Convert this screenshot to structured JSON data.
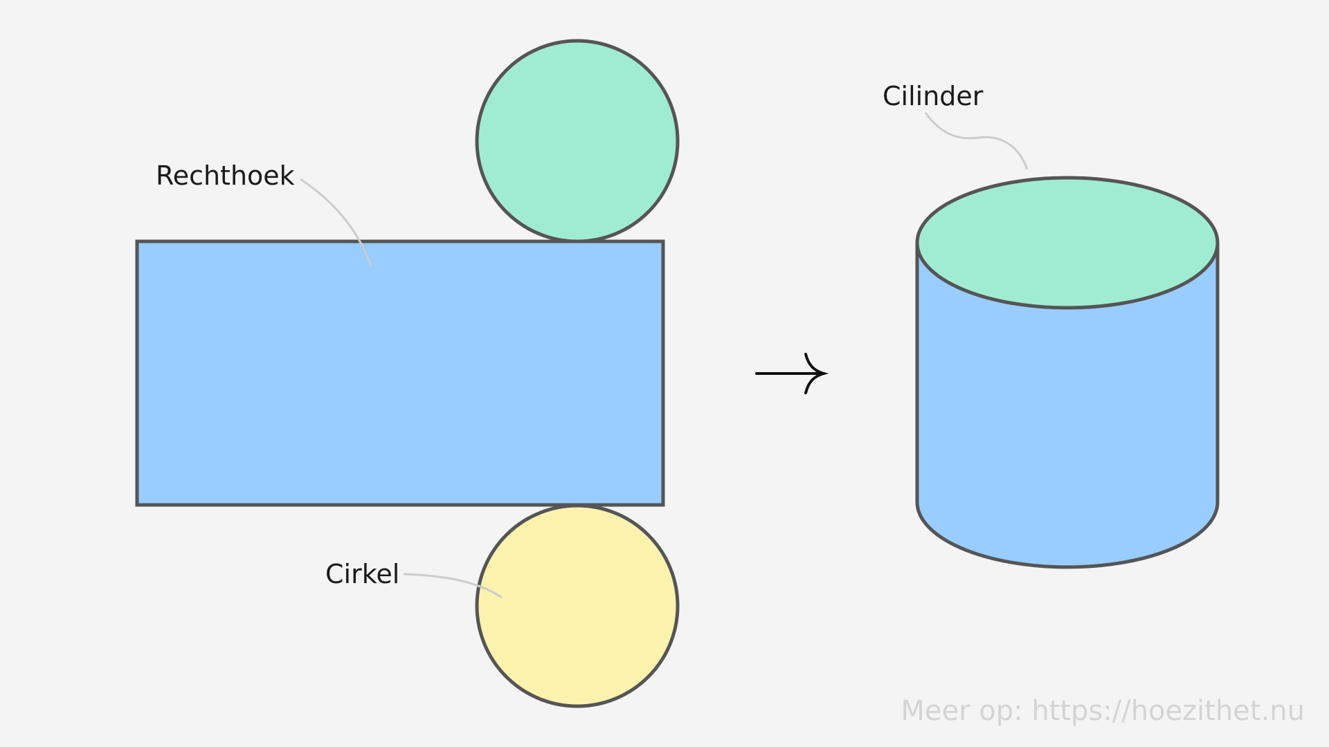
{
  "labels": {
    "rectangle": "Rechthoek",
    "circle": "Cirkel",
    "cylinder": "Cilinder"
  },
  "footer": {
    "watermark": "Meer op: https://hoezithet.nu"
  },
  "colors": {
    "background": "#f4f4f4",
    "rectangle_fill": "#99ccff",
    "top_circle_fill": "#a0ecd2",
    "bottom_circle_fill": "#fbf2ae",
    "cylinder_top_fill": "#a0ecd2",
    "cylinder_body_fill": "#99ccff",
    "outline": "#555555",
    "leader_line": "#cccccc",
    "arrow": "#111111",
    "watermark": "#d4d4d4"
  },
  "icons": {
    "arrow": "right-arrow-icon"
  }
}
